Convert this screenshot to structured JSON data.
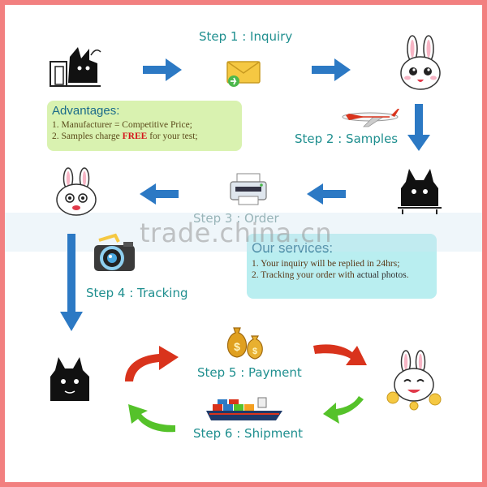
{
  "steps": {
    "s1": "Step 1 : Inquiry",
    "s2": "Step 2 : Samples",
    "s3": "Step 3 : Order",
    "s4": "Step 4 : Tracking",
    "s5": "Step 5 : Payment",
    "s6": "Step 6 : Shipment"
  },
  "advantages": {
    "title": "Advantages:",
    "line1": "1. Manufacturer = Competitive Price;",
    "line2_pre": "2. Samples charge ",
    "line2_em": "FREE",
    "line2_post": " for your test;"
  },
  "services": {
    "title": "Our services:",
    "line1": "1. Your inquiry will be replied in 24hrs;",
    "line2_pre": "2. Tracking your order with ",
    "line2_em": "actual photos",
    "line2_post": "."
  },
  "watermark": "trade.china.cn",
  "colors": {
    "border": "#f28080",
    "blue_arrow": "#2c79c4",
    "red_arrow": "#d9331c",
    "green_arrow": "#55c22a",
    "advantages_bg": "#d9f2b0",
    "services_bg": "#b9eef0"
  },
  "icons": [
    "black-rabbit-icon",
    "envelope-icon",
    "white-rabbit-icon",
    "airplane-icon",
    "printer-icon",
    "camera-icon",
    "money-bags-icon",
    "cargo-ship-icon"
  ]
}
